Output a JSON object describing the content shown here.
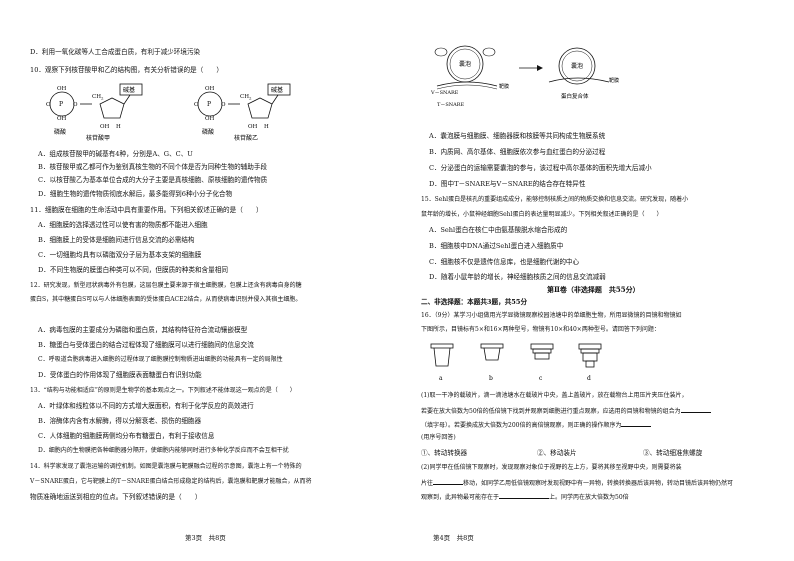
{
  "left": {
    "lines": [
      "D．利用一氧化碳等人工合成蛋白质，有利于减少环境污染",
      "10．观察下列核苷酸甲和乙的结构图，有关分析错误的是（　　）",
      "A．组成核苷酸甲的碱基有4种，分别是A、G、C、U",
      "B．核苷酸甲或乙都可作为鉴别真核生物的不同个体是否为同种生物的辅助手段",
      "C．以核苷酸乙为基本单位合成的大分子主要是真核细胞、原核细胞的遗传物质",
      "D．细胞生物的遗传物质彻底水解后，最多能得到6种小分子化合物",
      "11．细胞膜在细胞的生命活动中具有重要作用。下列相关叙述正确的是（　　）",
      "A．细胞膜的选择透过性可以使有害的物质都不能进入细胞",
      "B．细胞膜上的受体是细胞间进行信息交流的必需结构",
      "C．一切细胞均具有以磷脂双分子层为基本支架的细胞膜",
      "D．不同生物膜的膜蛋白种类可以不同，但膜质的种类和含量相同",
      "12．研究发现，新型冠状病毒外有包膜，这层包膜主要来源于宿主细胞膜，包膜上还含有病毒自身的糖",
      "蛋白S，其中糖蛋白S可以与人体细胞表面的受体蛋白ACE2结合，从而使病毒识别并侵入其宿主细胞。",
      "A．病毒包膜的主要成分为磷脂和蛋白质，其结构特征符合流动镶嵌模型",
      "B．糖蛋白与受体蛋白的结合过程体现了细胞膜可以进行细胞间的信息交流",
      "C．呼吸道合胞病毒进入细胞的过程体现了细胞膜控制物质进出细胞的功能具有一定的局限性",
      "D．受体蛋白的作用体现了细胞膜表面糖蛋白有识别功能",
      "13．“结构与功能相适应”的原则是生物学的基本观点之一。下列叙述不能体现这一观点的是（　　）",
      "A．叶绿体和线粒体以不同的方式增大膜面积，有利于化学反应的高效进行",
      "B．溶酶体内含有水解酶，得以分解衰老、损伤的细胞器",
      "C．人体细胞的细胞膜两侧均分布有糖蛋白，有利于接收信息",
      "D．细胞内的生物膜把各种细胞器分隔开，使细胞内能够同时进行多种化学反应而不会互相干扰",
      "14．科学家发现了囊泡运输的调控机制。如图是囊泡膜与靶膜融合过程的示意图，囊泡上有一个特殊的",
      "V－SNARE蛋白，它与靶膜上的T－SNARE蛋白结合形成稳定的结构后，囊泡膜和靶膜才能融合，从而将",
      "物质准确地运送到相应的位点。下列叙述错误的是（　　）"
    ],
    "fig10": {
      "jia": {
        "phosphate": "磷酸",
        "base": "碱基",
        "caption": "核苷酸甲",
        "groups": [
          "OH",
          "O",
          "P",
          "O",
          "OH",
          "OH",
          "H",
          "H"
        ]
      },
      "yi": {
        "phosphate": "磷酸",
        "base": "碱基",
        "caption": "核苷酸乙",
        "groups": [
          "OH",
          "O",
          "P",
          "O",
          "OH",
          "OH",
          "H",
          "H"
        ]
      },
      "ch2": "CH",
      "sub2": "2"
    },
    "footer": "第3页　共8页"
  },
  "right": {
    "fig14": {
      "labels": [
        "囊泡",
        "V－SNARE",
        "T－SNARE",
        "靶膜",
        "囊泡",
        "靶膜",
        "蛋白复合体"
      ]
    },
    "lines": [
      "A．囊泡膜与细胞膜、细胞器膜和核膜等共同构成生物膜系统",
      "B．内质网、高尔基体、细胞膜依次参与血红蛋白的分泌过程",
      "C．分泌蛋白的运输需要囊泡的参与，该过程中高尔基体的面积先增大后减小",
      "D．图中T－SNARE与V－SNARE的结合存在特异性",
      "15．Sehl蛋白是核孔的重要组成成分，能够控制核质之间的物质交换和信息交流。研究发现，随着小",
      "鼠年龄的增长，小鼠神经细胞Sehl蛋白的表达量明显减少。下列相关叙述正确的是（　　）",
      "A．Sehl蛋白在核仁中由氨基酸脱水缩合形成的",
      "B．细胞核中DNA通过Sehl蛋白进入细胞质中",
      "C．细胞核不仅是遗传信息库，也是细胞代谢的中心",
      "D．随着小鼠年龄的增长，神经细胞核质之间的信息交流减弱",
      "二、非选择题：本题共3题，共55分",
      "16．（9分）某学习小组做用光学显微镜观察校园池塘中的单细胞生物，所用显微镜的目镜和物镜如",
      "下图所示，目镜标有5×和16×两种型号，物镜有10×和40×两种型号。请回答下列问题：",
      "(1)取一干净的载玻片，滴一滴池塘水在载玻片中央，盖上盖玻片，放在载物台上用压片夹压住装片，",
      "若要在放大倍数为50倍的低倍镜下找到并观察到细胞进行重点观察，应选用的目镜和物镜的组合为",
      "（填字母）。若要换成放大倍数为200倍的高倍镜观察，则正确的操作顺序为",
      "(用序号回答)",
      "①、转动转换器",
      "②、移动装片",
      "③、转动细准焦螺旋",
      "(2)同学甲在低倍镜下观察时，发现观察对象位于视野的左上方，要将其移至视野中央，则需要将装",
      "片往",
      "移动，如同学乙用低倍镜观察时发现视野中有一异物，转换转换器后该异物，转动目镜后该异物仍然可",
      "观察到，此异物最可能存在于",
      "上。同学丙在放大倍数为50倍"
    ],
    "section2_title": "第Ⅱ卷（非选择题　共55分）",
    "scope_letters": [
      "a",
      "b",
      "c",
      "d"
    ],
    "footer": "第4页　共8页"
  }
}
